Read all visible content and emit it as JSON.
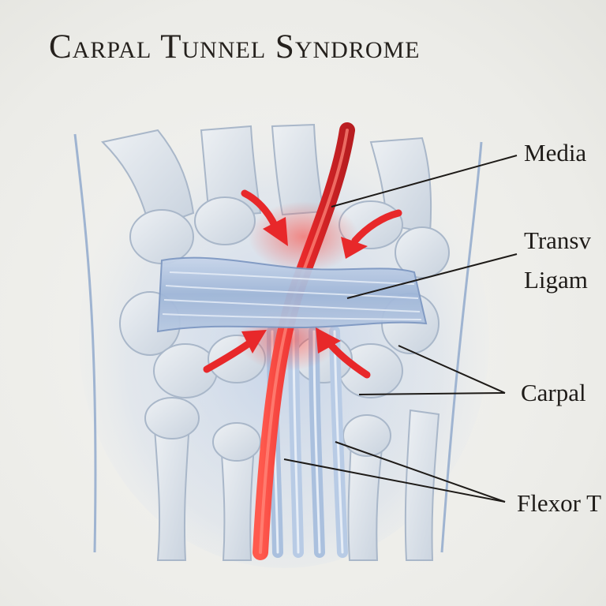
{
  "title": "Carpal Tunnel Syndrome",
  "labels": {
    "median_nerve": "Media",
    "transverse_ligament_line1": "Transv",
    "transverse_ligament_line2": "Ligam",
    "carpal_bones": "Carpal",
    "flexor_tendons": "Flexor T"
  },
  "colors": {
    "nerve": "#e8282a",
    "ligament": "#a9bedc",
    "bone": "#dde3ea",
    "label_text": "#1e1b18",
    "title_text": "#25211d"
  }
}
